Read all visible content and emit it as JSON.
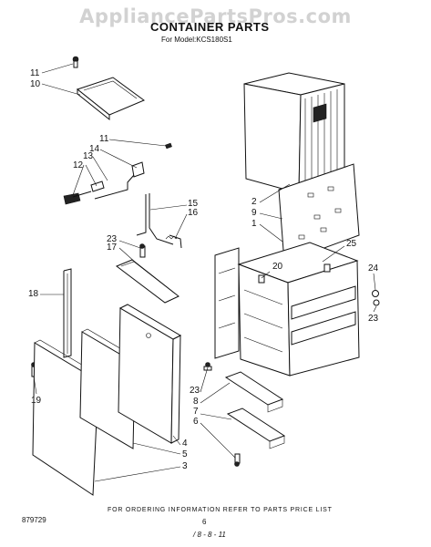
{
  "watermark": "AppliancePartsPros.com",
  "title": "CONTAINER PARTS",
  "subtitle": "For Model:KCS180S1",
  "callouts": {
    "c11a": "11",
    "c10": "10",
    "c11b": "11",
    "c14": "14",
    "c13": "13",
    "c12": "12",
    "c15": "15",
    "c16": "16",
    "c23a": "23",
    "c17": "17",
    "c18": "18",
    "c2": "2",
    "c9": "9",
    "c1": "1",
    "c25": "25",
    "c20": "20",
    "c24": "24",
    "c23b": "23",
    "c23c": "23",
    "c8": "8",
    "c7": "7",
    "c6": "6",
    "c19": "19",
    "c4": "4",
    "c5": "5",
    "c3": "3"
  },
  "footer": {
    "note": "FOR ORDERING INFORMATION REFER TO PARTS PRICE LIST",
    "figure_id": "879729",
    "page": "6",
    "date_code": "/ 8 - 8 - 11"
  }
}
